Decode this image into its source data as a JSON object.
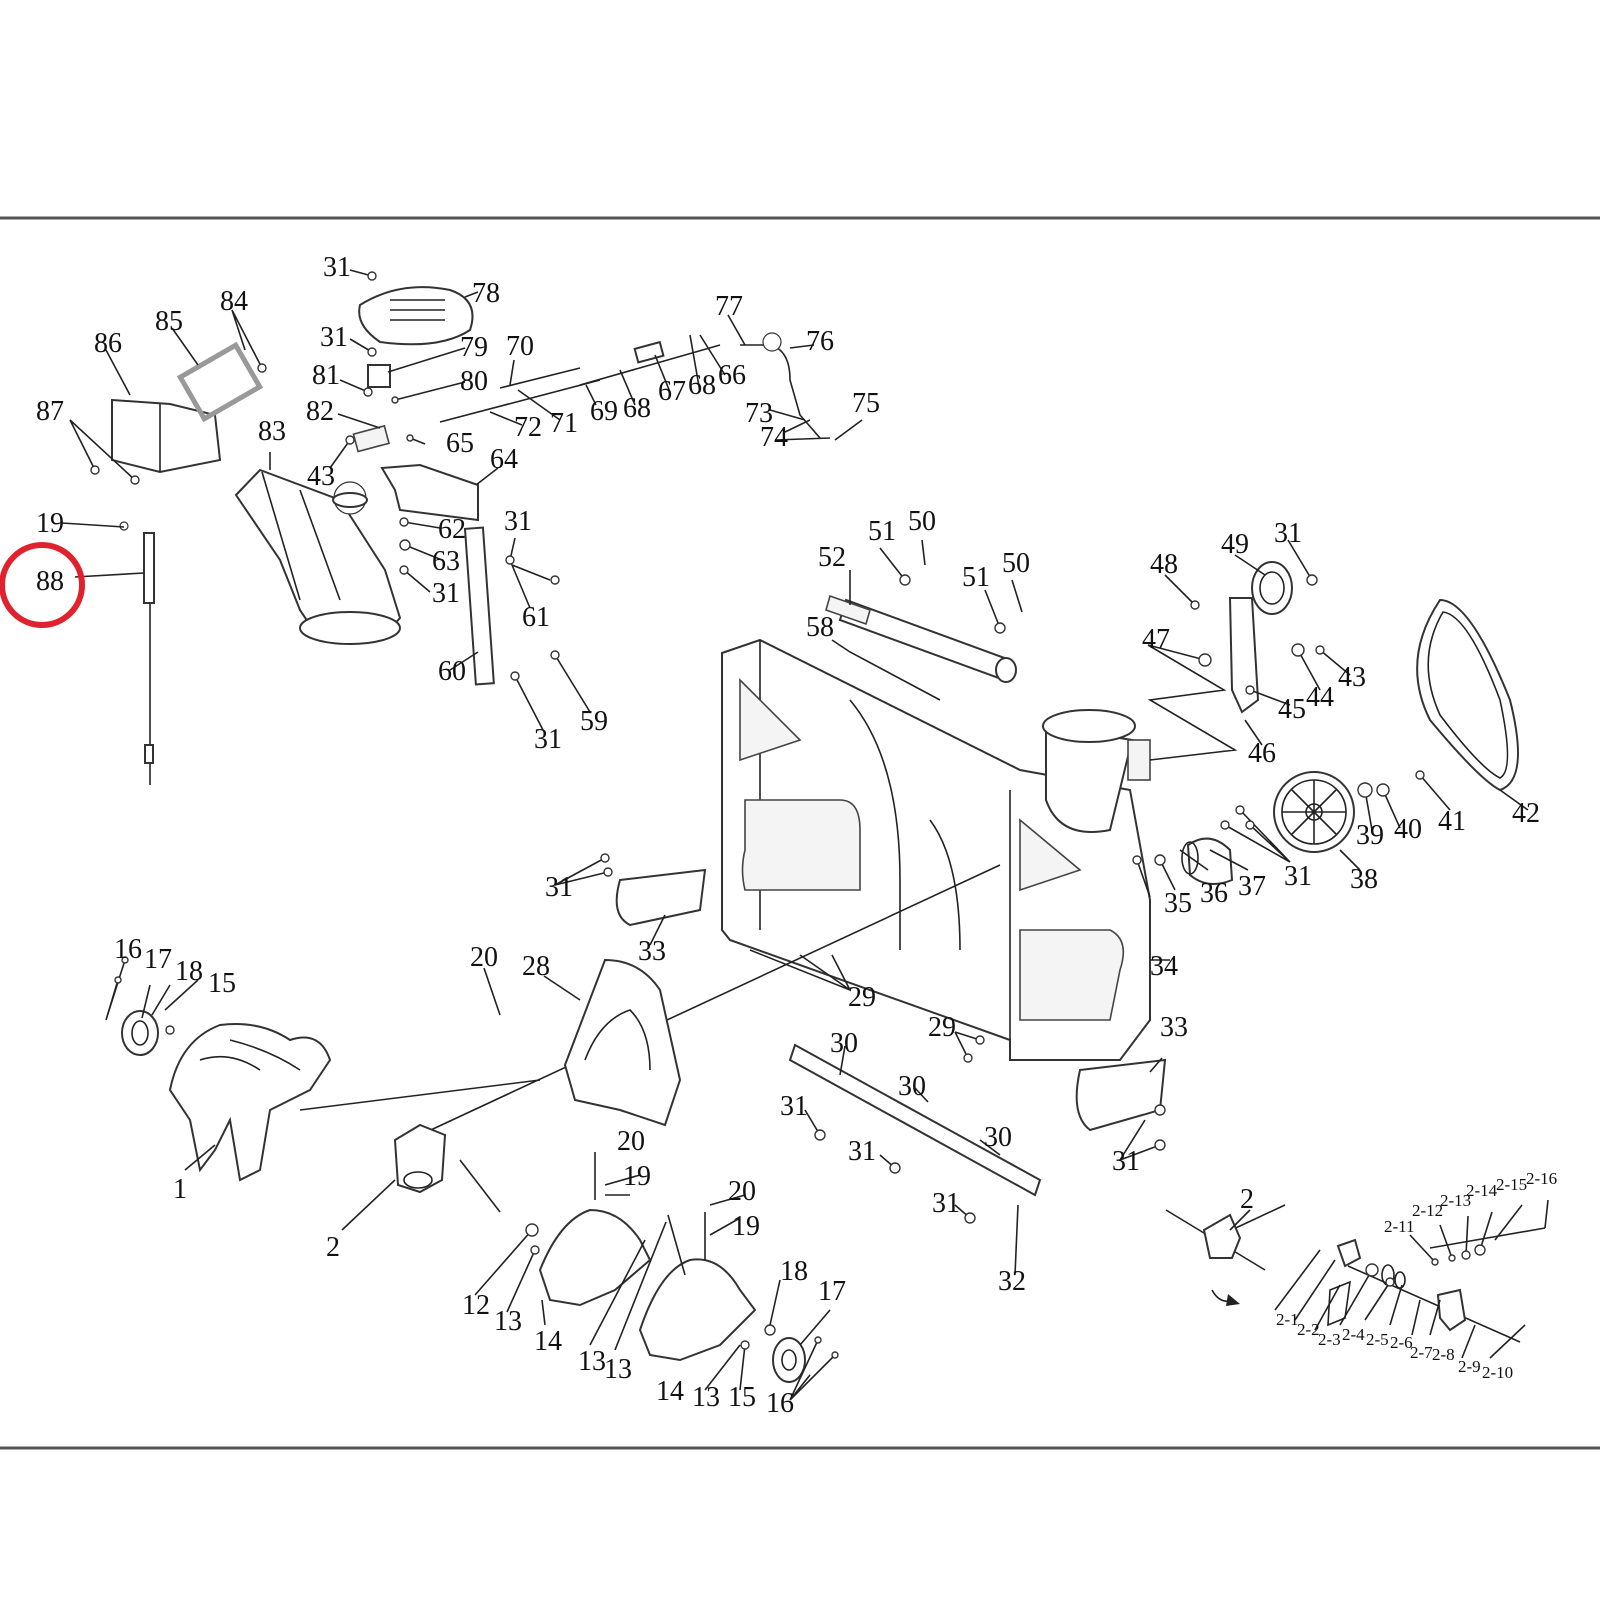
{
  "colors": {
    "line": "#222222",
    "frame": "#555555",
    "highlight": "#e0222e"
  },
  "highlight": {
    "target": "88"
  },
  "labels": [
    "31",
    "78",
    "31",
    "79",
    "81",
    "80",
    "82",
    "65",
    "43",
    "83",
    "86",
    "85",
    "84",
    "87",
    "19",
    "88",
    "62",
    "63",
    "31",
    "64",
    "31",
    "61",
    "60",
    "31",
    "59",
    "70",
    "71",
    "72",
    "69",
    "68",
    "67",
    "68",
    "66",
    "77",
    "76",
    "73",
    "74",
    "75",
    "52",
    "51",
    "50",
    "51",
    "50",
    "58",
    "48",
    "49",
    "31",
    "47",
    "43",
    "44",
    "45",
    "46",
    "42",
    "41",
    "40",
    "39",
    "38",
    "31",
    "37",
    "36",
    "35",
    "31",
    "33",
    "29",
    "34",
    "33",
    "29",
    "31",
    "30",
    "30",
    "30",
    "31",
    "31",
    "31",
    "32",
    "16",
    "17",
    "18",
    "15",
    "1",
    "20",
    "28",
    "2",
    "20",
    "19",
    "12",
    "13",
    "14",
    "13",
    "13",
    "20",
    "19",
    "14",
    "13",
    "15",
    "18",
    "17",
    "16",
    "2",
    "2-1",
    "2-2",
    "2-3",
    "2-4",
    "2-5",
    "2-6",
    "2-7",
    "2-8",
    "2-9",
    "2-10",
    "2-11",
    "2-12",
    "2-13",
    "2-14",
    "2-15",
    "2-16"
  ]
}
